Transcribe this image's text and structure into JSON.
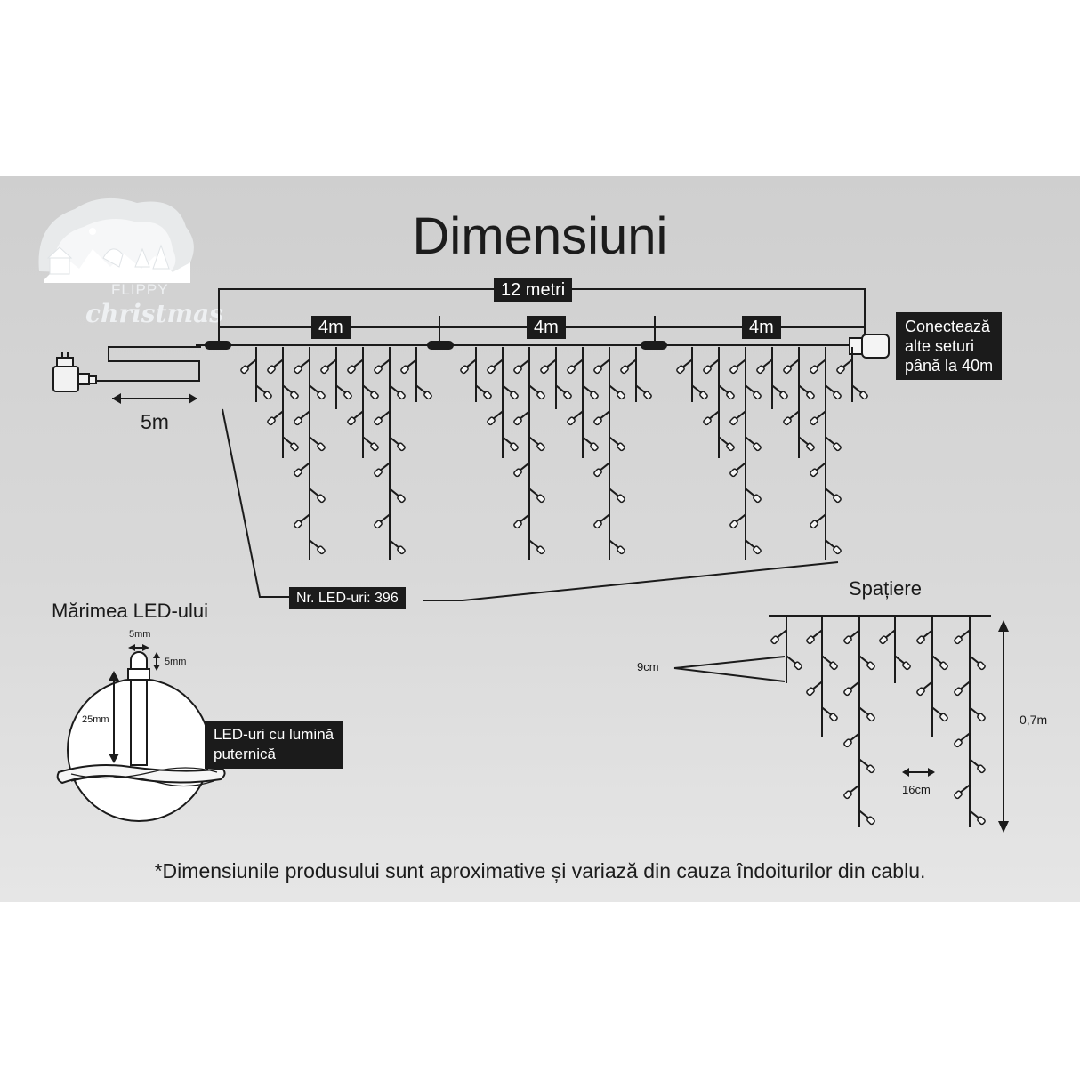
{
  "title": "Dimensiuni",
  "logo": {
    "line1": "FLIPPY",
    "line2": "christmas"
  },
  "main_diagram": {
    "total_length": "12 metri",
    "segments": [
      "4m",
      "4m",
      "4m"
    ],
    "lead_cable": "5m",
    "led_count": "Nr. LED-uri: 396",
    "connect_note": [
      "Conectează",
      "alte seturi",
      "până la 40m"
    ]
  },
  "led_size": {
    "heading": "Mărimea LED-ului",
    "width": "5mm",
    "height": "5mm",
    "stem": "25mm",
    "note": [
      "LED-uri cu lumină",
      "puternică"
    ]
  },
  "spacing": {
    "heading": "Spațiere",
    "vertical": "9cm",
    "horizontal": "16cm",
    "drop": "0,7m"
  },
  "footnote": "*Dimensiunile produsului sunt aproximative și variază din cauza îndoiturilor din cablu.",
  "colors": {
    "panel": "#d5d5d5",
    "ink": "#1b1b1b",
    "label_bg": "#1b1b1b",
    "label_text": "#ffffff"
  },
  "icons": [
    "plug-adapter-icon",
    "connector-icon",
    "end-connector-icon",
    "led-bulb-icon",
    "double-arrow-icon"
  ]
}
